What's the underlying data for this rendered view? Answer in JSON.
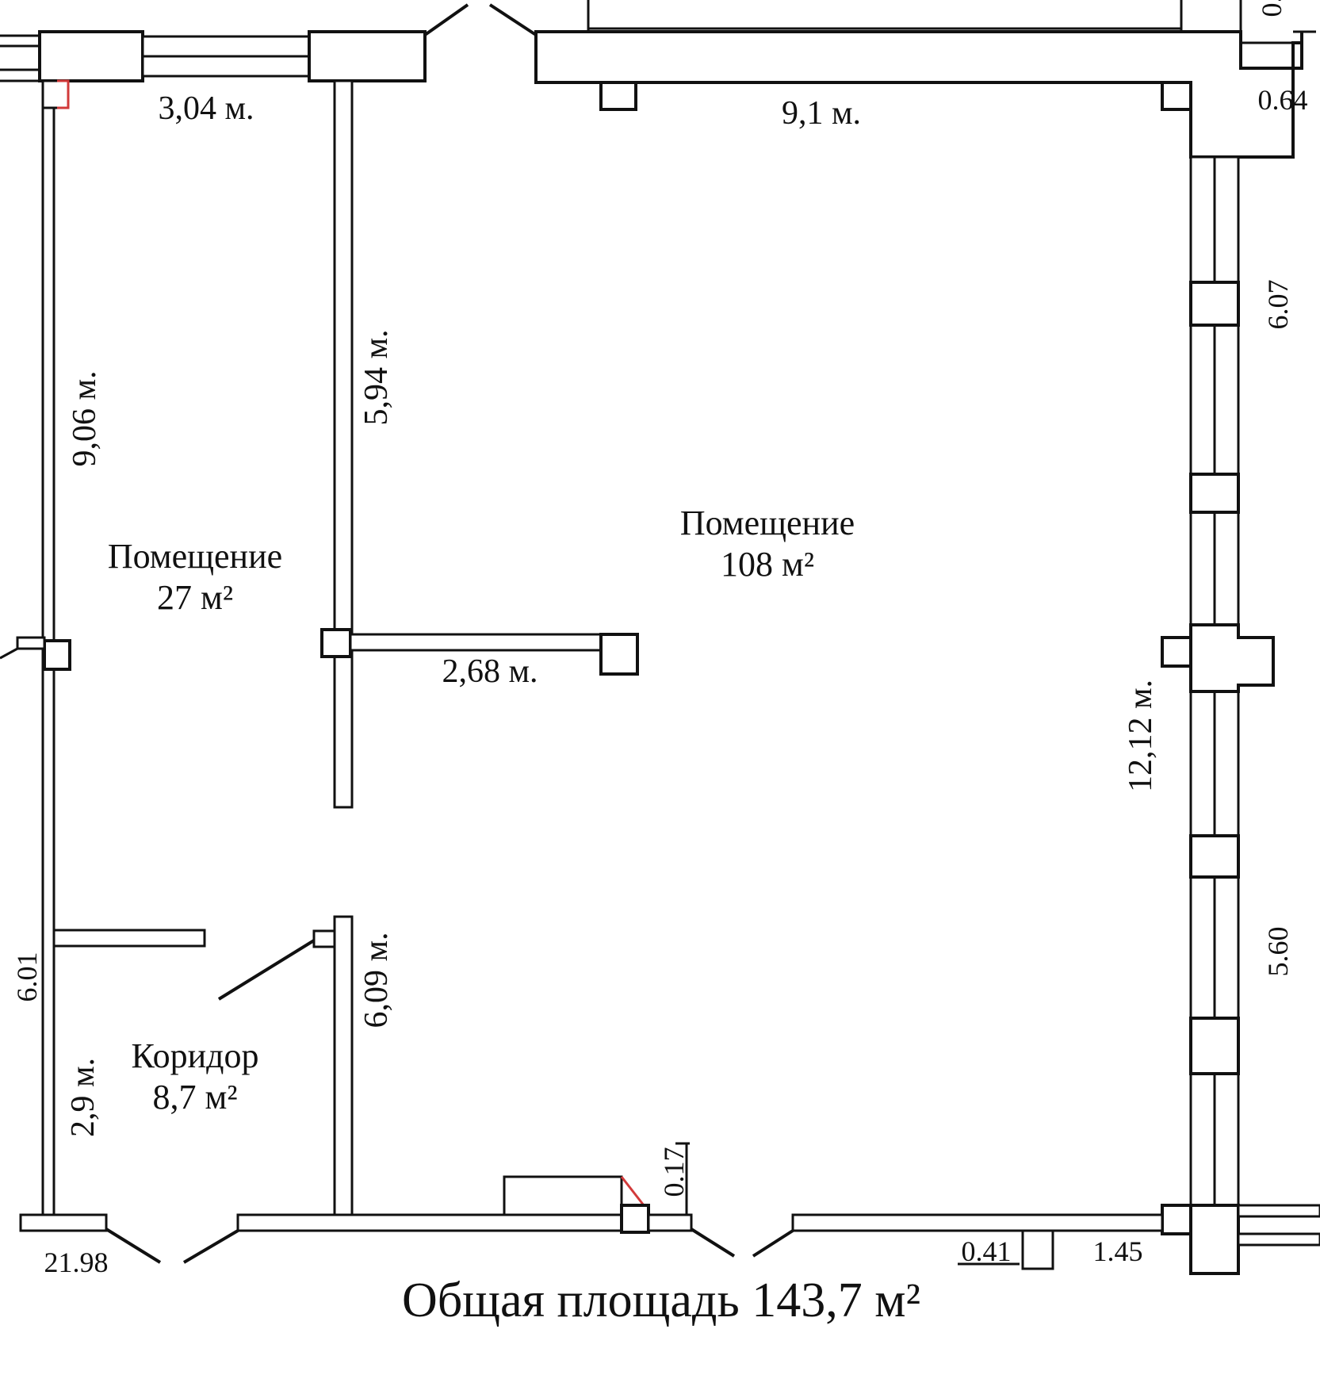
{
  "plan": {
    "total_area": "Общая площадь 143,7 м²",
    "rooms": {
      "room_small": {
        "name": "Помещение",
        "area": "27 м²"
      },
      "room_large": {
        "name": "Помещение",
        "area": "108 м²"
      },
      "corridor": {
        "name": "Коридор",
        "area": "8,7 м²"
      }
    },
    "dimensions": {
      "top_left_wall": "3,04 м.",
      "top_right_wall": "9,1 м.",
      "left_wall": "9,06 м.",
      "partition_upper": "5,94 м.",
      "partition_stub": "2,68 м.",
      "partition_lower": "6,09 м.",
      "right_wall": "12,12 м.",
      "corridor_wall": "2,9 м.",
      "left_outer": "6.01",
      "bottom_left": "21.98",
      "top_right_small": "0.64",
      "top_right_corner": "0.",
      "right_upper": "6.07",
      "right_lower": "5.60",
      "bottom_step": "0.17",
      "bottom_right_a": "0.41",
      "bottom_right_b": "1.45"
    },
    "colors": {
      "wall": "#111111",
      "mark": "#d23a3a",
      "background": "#ffffff"
    }
  }
}
